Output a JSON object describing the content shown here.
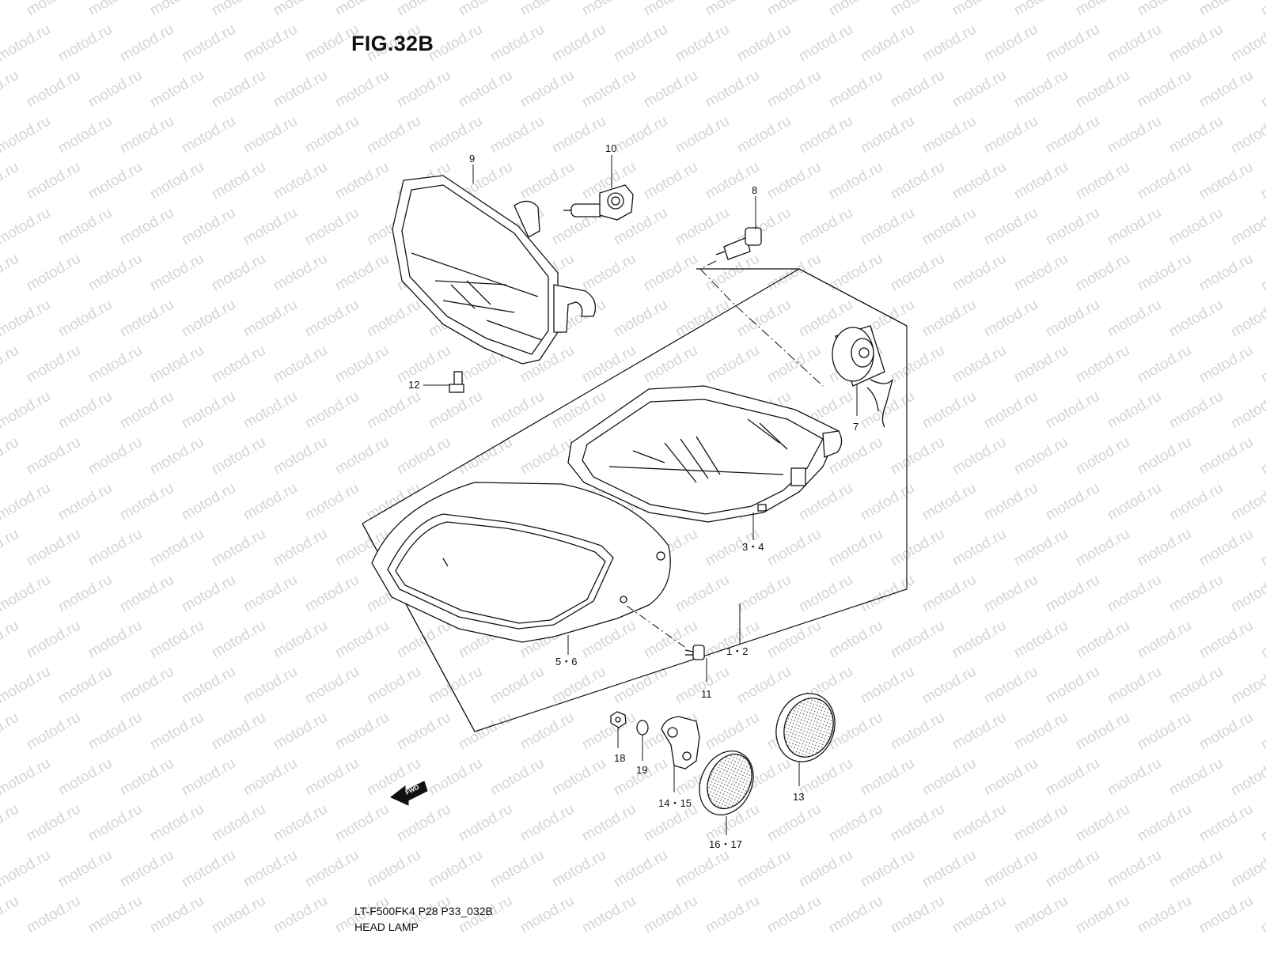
{
  "figure": {
    "title": "FIG.32B",
    "code": "LT-F500FK4 P28 P33_032B",
    "caption": "HEAD LAMP"
  },
  "watermark": {
    "text": "motod.ru",
    "color": "#d4d4d4"
  },
  "direction_marker": {
    "label": "FWD"
  },
  "callouts": {
    "c9": "9",
    "c10": "10",
    "c8": "8",
    "c12": "12",
    "c7": "7",
    "c34": "3・4",
    "c12b": "1・2",
    "c56": "5・6",
    "c11": "11",
    "c18": "18",
    "c19": "19",
    "c1415": "14・15",
    "c13": "13",
    "c1617": "16・17"
  }
}
